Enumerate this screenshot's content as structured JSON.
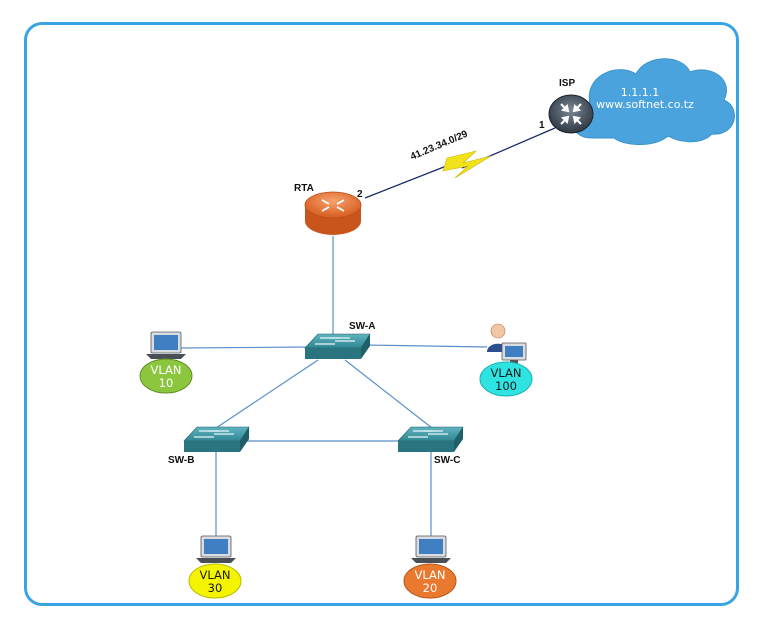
{
  "isp": {
    "label": "ISP",
    "cloud_ip": "1.1.1.1",
    "cloud_domain": "www.softnet.co.tz"
  },
  "wan": {
    "subnet": "41.23.34.0/29",
    "isp_port": "1",
    "rta_port": "2"
  },
  "rta": {
    "label": "RTA"
  },
  "switches": {
    "a": "SW-A",
    "b": "SW-B",
    "c": "SW-C"
  },
  "vlans": [
    {
      "word": "VLAN",
      "id": "10",
      "color": "#8cc63f",
      "text_color": "#ffffff"
    },
    {
      "word": "VLAN",
      "id": "100",
      "color": "#2fe3e3",
      "text_color": "#1a1a1a"
    },
    {
      "word": "VLAN",
      "id": "30",
      "color": "#f4f400",
      "text_color": "#1a1a1a"
    },
    {
      "word": "VLAN",
      "id": "20",
      "color": "#e8792f",
      "text_color": "#ffffff"
    }
  ],
  "colors": {
    "frame": "#3aa3e3",
    "link": "#5b8fc9",
    "serial": "#f1e21b",
    "router_orange": "#e8743b",
    "switch": "#2e7f8a",
    "cloud": "#4aa3dc"
  }
}
